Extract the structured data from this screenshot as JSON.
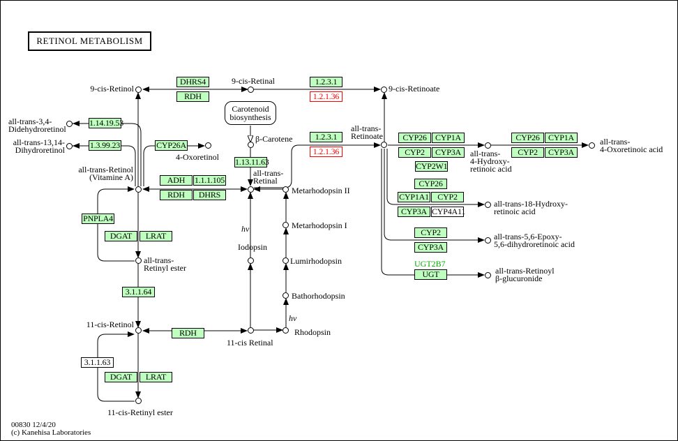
{
  "title": "RETINOL METABOLISM",
  "footer": {
    "map_id_date": "00830 12/4/20",
    "copyright": "(c) Kanehisa Laboratories"
  },
  "map_links": {
    "carotenoid_1": "Carotenoid",
    "carotenoid_2": "biosynthesis"
  },
  "photon_label": "hν",
  "colors": {
    "enzyme_green": "#bfffbf",
    "highlight_red": "#ff0000",
    "gene_label_green": "#00b000"
  },
  "compounds": {
    "nine_cis_retinol": "9-cis-Retinol",
    "nine_cis_retinal": "9-cis-Retinal",
    "nine_cis_retinoate": "9-cis-Retinoate",
    "didehydro_1": "all-trans-3,4-",
    "didehydro_2": "Didehydroretinol",
    "dihydro_1": "all-trans-13,14-",
    "dihydro_2": "Dihydroretinol",
    "oxoretinol": "4-Oxoretinol",
    "beta_carotene": "β-Carotene",
    "at_retinal_1": "all-trans-",
    "at_retinal_2": "Retinal",
    "at_retinol_1": "all-trans-Retinol",
    "at_retinol_2": "(Vitamine A)",
    "at_retinoate_1": "all-trans-",
    "at_retinoate_2": "Retinoate",
    "hydroxy4_1": "all-trans-",
    "hydroxy4_2": "4-Hydroxy-",
    "hydroxy4_3": "retinoic acid",
    "oxoretinoic_1": "all-trans-",
    "oxoretinoic_2": "4-Oxoretinoic acid",
    "hydroxy18_1": "all-trans-18-Hydroxy-",
    "hydroxy18_2": "retinoic acid",
    "epoxy_1": "all-trans-5,6-Epoxy-",
    "epoxy_2": "5,6-dihydroretinoic acid",
    "glucuronide_1": "all-trans-Retinoyl",
    "glucuronide_2": "β-glucuronide",
    "metarhodopsin2": "Metarhodopsin II",
    "metarhodopsin1": "Metarhodopsin I",
    "iodopsin": "Iodopsin",
    "lumirhodopsin": "Lumirhodopsin",
    "bathorhodopsin": "Bathorhodopsin",
    "rhodopsin": "Rhodopsin",
    "eleven_cis_retinal": "11-cis Retinal",
    "eleven_cis_retinol": "11-cis-Retinol",
    "retinyl_ester_1": "all-trans-",
    "retinyl_ester_2": "Retinyl ester",
    "eleven_cis_retinyl_ester": "11-cis-Retinyl ester"
  },
  "enzymes": {
    "dhrs4": "DHRS4",
    "rdh_top": "RDH",
    "e1231_a": "1.2.3.1",
    "e12136_a": "1.2.1.36",
    "e1231_b": "1.2.3.1",
    "e12136_b": "1.2.1.36",
    "e1141953": "1.14.19.53",
    "e139923": "1.3.99.23",
    "cyp26a": "CYP26A",
    "e1131163": "1.13.11.63",
    "adh": "ADH",
    "e111105": "1.1.1.105",
    "rdh_mid": "RDH",
    "dhrs": "DHRS",
    "pnpla4": "PNPLA4",
    "dgat_top": "DGAT",
    "lrat_top": "LRAT",
    "e31164": "3.1.1.64",
    "rdh_bottom": "RDH",
    "e31163": "3.1.1.63",
    "dgat_bottom": "DGAT",
    "lrat_bottom": "LRAT",
    "cyp26_a": "CYP26",
    "cyp1a_a": "CYP1A",
    "cyp2_a": "CYP2",
    "cyp3a_a": "CYP3A",
    "cyp2w1": "CYP2W1",
    "cyp26_b": "CYP26",
    "cyp1a_b": "CYP1A",
    "cyp2_b": "CYP2",
    "cyp3a_b": "CYP3A",
    "cyp26_c": "CYP26",
    "cyp1a1": "CYP1A1",
    "cyp2_c": "CYP2",
    "cyp3a_c": "CYP3A",
    "cyp4a11": "CYP4A11",
    "cyp2_d": "CYP2",
    "cyp3a_d": "CYP3A",
    "ugt": "UGT",
    "ugt2b7": "UGT2B7"
  }
}
